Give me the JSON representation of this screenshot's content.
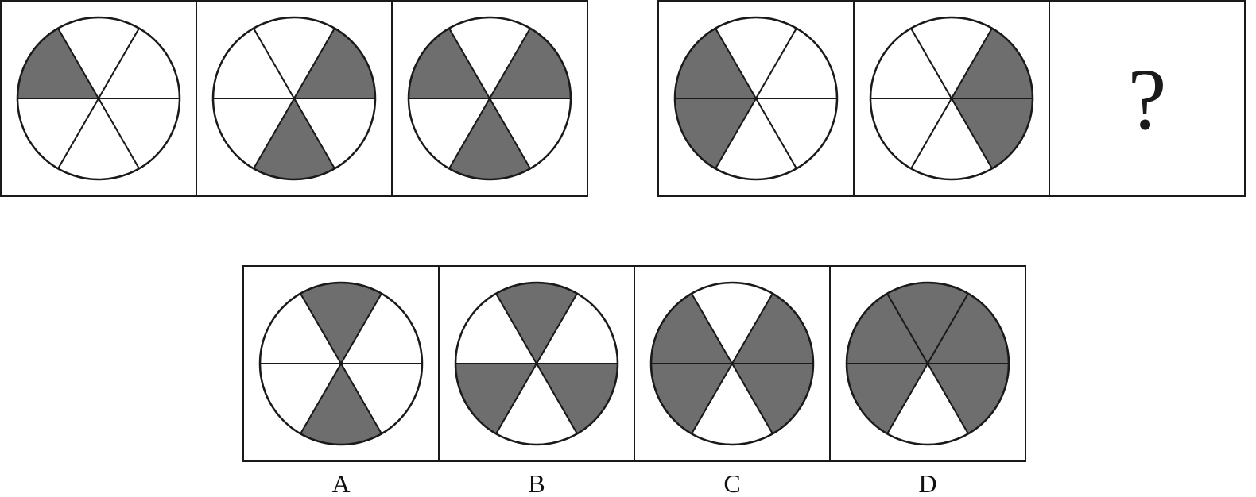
{
  "colors": {
    "stroke": "#1a1a1a",
    "filled": "#6e6e6e",
    "empty": "#ffffff"
  },
  "sector_order": [
    "upper-left",
    "top",
    "upper-right",
    "lower-right",
    "bottom",
    "lower-left"
  ],
  "group_one": [
    {
      "shaded": [
        "upper-left"
      ]
    },
    {
      "shaded": [
        "upper-right",
        "bottom"
      ]
    },
    {
      "shaded": [
        "upper-left",
        "upper-right",
        "bottom"
      ]
    }
  ],
  "group_two": [
    {
      "shaded": [
        "upper-left",
        "lower-left"
      ]
    },
    {
      "shaded": [
        "upper-right",
        "lower-right"
      ]
    },
    {
      "question": "?"
    }
  ],
  "options": [
    {
      "label": "A",
      "shaded": [
        "top",
        "bottom"
      ]
    },
    {
      "label": "B",
      "shaded": [
        "top",
        "lower-right",
        "lower-left"
      ]
    },
    {
      "label": "C",
      "shaded": [
        "upper-left",
        "upper-right",
        "lower-right",
        "lower-left"
      ]
    },
    {
      "label": "D",
      "shaded": [
        "upper-left",
        "top",
        "upper-right",
        "lower-right",
        "lower-left"
      ]
    }
  ]
}
